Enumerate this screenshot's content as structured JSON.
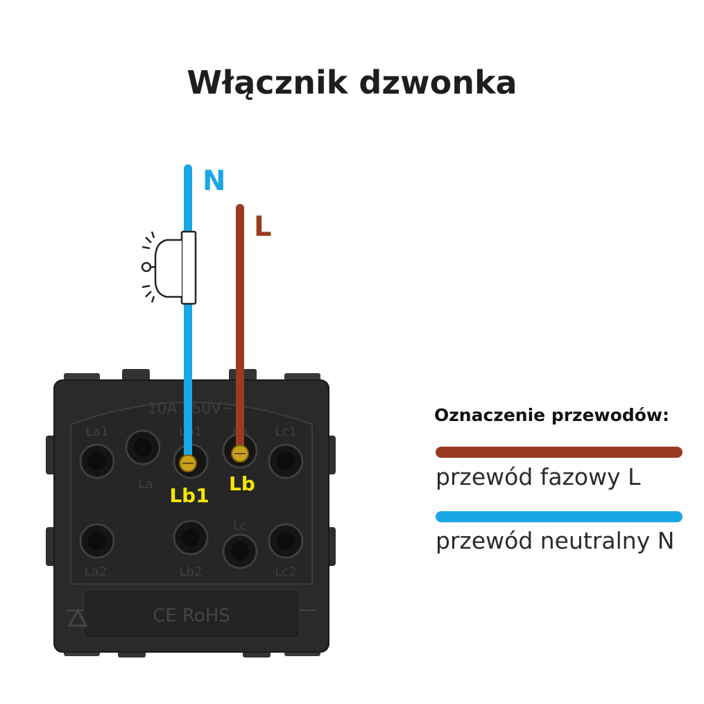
{
  "title": "Włącznik dzwonka",
  "colors": {
    "neutral": "#1aa7e6",
    "phase": "#9b3a22",
    "terminal_label": "#f5e600",
    "device_body": "#2a2a2a"
  },
  "wires": {
    "neutral_label": "N",
    "phase_label": "L"
  },
  "device": {
    "rating": "10A 250V~",
    "terminals_top": [
      "La1",
      "La",
      "Lb1",
      "Lb",
      "Lc1"
    ],
    "terminals_bottom": [
      "La2",
      "Lb2",
      "Lc",
      "Lc2"
    ],
    "marking": "CE RoHS",
    "connected_labels": {
      "lb1": "Lb1",
      "lb": "Lb"
    }
  },
  "legend": {
    "title": "Oznaczenie przewodów:",
    "items": [
      {
        "label": "przewód fazowy L",
        "color": "#9b3a22"
      },
      {
        "label": "przewód neutralny N",
        "color": "#1aa7e6"
      }
    ]
  },
  "icons": {
    "bell": "doorbell-icon"
  }
}
